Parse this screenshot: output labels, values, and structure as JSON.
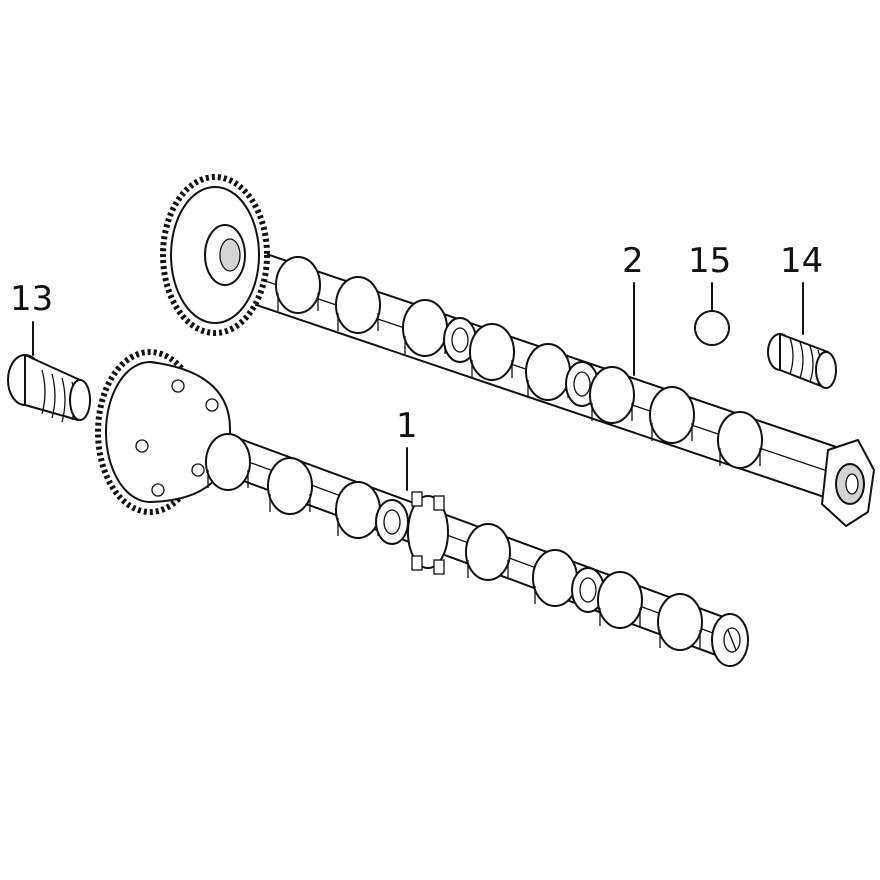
{
  "callouts": {
    "part_1": "1",
    "part_2": "2",
    "part_13": "13",
    "part_14": "14",
    "part_15": "15"
  },
  "colors": {
    "line": "#111111",
    "fill": "#ffffff",
    "shade": "#d4d4d4"
  }
}
